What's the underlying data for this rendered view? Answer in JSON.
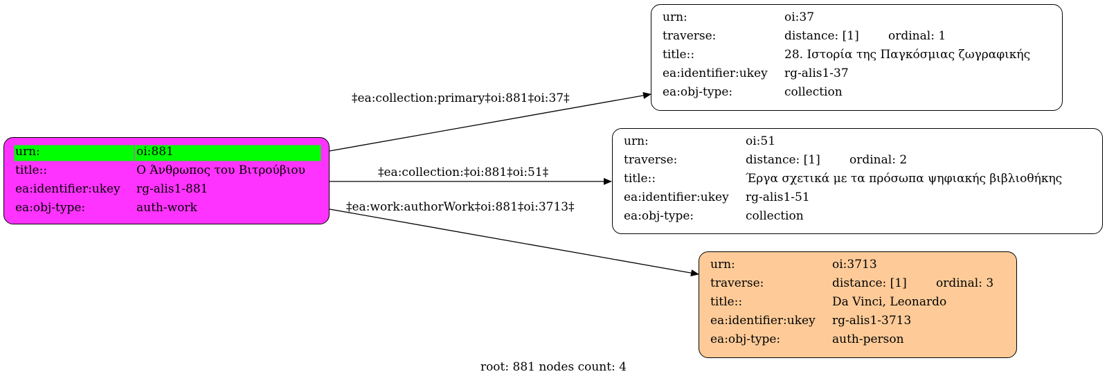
{
  "graph": {
    "root": {
      "fill": "#ff33ff",
      "highlight_fill": "#00ff00",
      "rows": [
        {
          "key": "urn:",
          "value": "oi:881"
        },
        {
          "key": "title::",
          "value": "Ο Άνθρωπος του Βιτρούβιου"
        },
        {
          "key": "ea:identifier:ukey",
          "value": "rg-alis1-881"
        },
        {
          "key": "ea:obj-type:",
          "value": "auth-work"
        }
      ]
    },
    "targets": [
      {
        "fill": "#ffffff",
        "urn_key": "urn:",
        "urn": "oi:37",
        "traverse_key": "traverse:",
        "distance": "distance: [1]",
        "ordinal": "ordinal: 1",
        "title_key": "title::",
        "title": "28. Ιστορία της Παγκόσμιας ζωγραφικής",
        "ukey_key": "ea:identifier:ukey",
        "ukey": "rg-alis1-37",
        "type_key": "ea:obj-type:",
        "type": "collection"
      },
      {
        "fill": "#ffffff",
        "urn_key": "urn:",
        "urn": "oi:51",
        "traverse_key": "traverse:",
        "distance": "distance: [1]",
        "ordinal": "ordinal: 2",
        "title_key": "title::",
        "title": "Έργα σχετικά με τα πρόσωπα ψηφιακής βιβλιοθήκης",
        "ukey_key": "ea:identifier:ukey",
        "ukey": "rg-alis1-51",
        "type_key": "ea:obj-type:",
        "type": "collection"
      },
      {
        "fill": "#fecb98",
        "urn_key": "urn:",
        "urn": "oi:3713",
        "traverse_key": "traverse:",
        "distance": "distance: [1]",
        "ordinal": "ordinal: 3",
        "title_key": "title::",
        "title": "Da Vinci, Leonardo",
        "ukey_key": "ea:identifier:ukey",
        "ukey": "rg-alis1-3713",
        "type_key": "ea:obj-type:",
        "type": "auth-person"
      }
    ],
    "edges": [
      {
        "label": "‡ea:collection:primary‡oi:881‡oi:37‡"
      },
      {
        "label": "‡ea:collection:‡oi:881‡oi:51‡"
      },
      {
        "label": "‡ea:work:authorWork‡oi:881‡oi:3713‡"
      }
    ],
    "footer": "root: 881 nodes count: 4"
  }
}
